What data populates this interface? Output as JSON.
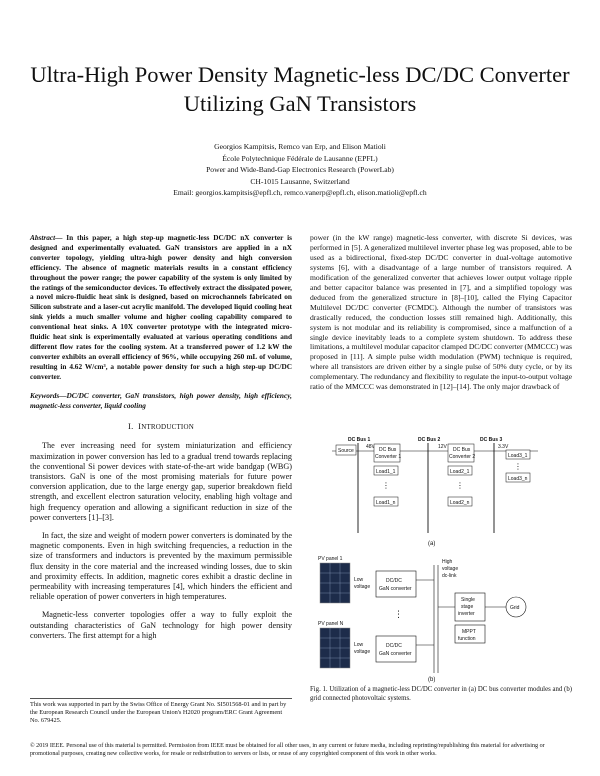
{
  "title": "Ultra-High Power Density Magnetic-less DC/DC Converter Utilizing GaN Transistors",
  "authors": {
    "names": "Georgios Kampitsis, Remco van Erp, and Elison Matioli",
    "institution": "École Polytechnique Fédérale de Lausanne (EPFL)",
    "lab": "Power and Wide-Band-Gap Electronics Research (PowerLab)",
    "city": "CH-1015 Lausanne, Switzerland",
    "email": "Email: georgios.kampitsis@epfl.ch, remco.vanerp@epfl.ch, elison.matioli@epfl.ch"
  },
  "abstract": {
    "label": "Abstract",
    "text": "— In this paper, a high step-up magnetic-less DC/DC nX converter is designed and experimentally evaluated. GaN transistors are applied in a nX converter topology, yielding ultra-high power density and high conversion efficiency. The absence of magnetic materials results in a constant efficiency throughout the power range; the power capability of the system is only limited by the ratings of the semiconductor devices. To effectively extract the dissipated power, a novel micro-fluidic heat sink is designed, based on microchannels fabricated on Silicon substrate and a laser-cut acrylic manifold. The developed liquid cooling heat sink yields a much smaller volume and higher cooling capability compared to conventional heat sinks. A 10X converter prototype with the integrated micro-fluidic heat sink is experimentally evaluated at various operating conditions and different flow rates for the cooling system. At a transferred power of 1.2 kW the converter exhibits an overall efficiency of 96%, while occupying 260 mL of volume, resulting in 4.62 W/cm³, a notable power density for such a high step-up DC/DC converter."
  },
  "keywords": {
    "label": "Keywords",
    "text": "—DC/DC converter, GaN transistors, high power density, high efficiency, magnetic-less converter, liquid cooling"
  },
  "section1": {
    "number": "I.",
    "first_letter": "I",
    "rest": "NTRODUCTION"
  },
  "paragraphs_left": [
    "The ever increasing need for system miniaturization and efficiency maximization in power conversion has led to a gradual trend towards replacing the conventional Si power devices with state-of-the-art wide bandgap (WBG) transistors. GaN is one of the most promising materials for future power conversion application, due to the large energy gap, superior breakdown field strength, and excellent electron saturation velocity, enabling high voltage and high frequency operation and allowing a significant reduction in size of the power converters [1]–[3].",
    "In fact, the size and weight of modern power converters is dominated by the magnetic components. Even in high switching frequencies, a reduction in the size of transformers and inductors is prevented by the maximum permissible flux density in the core material and the increased winding losses, due to skin and proximity effects. In addition, magnetic cores exhibit a drastic decline in permeability with increasing temperatures [4], which hinders the efficient and reliable operation of power converters in high temperatures.",
    "Magnetic-less converter topologies offer a way to fully exploit the outstanding characteristics of GaN technology for high power density converters. The first attempt for a high"
  ],
  "right_text": "power (in the kW range) magnetic-less converter, with discrete Si devices, was performed in [5]. A generalized multilevel inverter phase leg was proposed, able to be used as a bidirectional, fixed-step DC/DC converter in dual-voltage automotive systems [6], with a disadvantage of a large number of transistors required. A modification of the generalized converter that achieves lower output voltage ripple and better capacitor balance was presented in [7], and a simplified topology was deduced from the generalized structure in [8]–[10], called the Flying Capacitor Multilevel DC/DC converter (FCMDC). Although the number of transistors was drastically reduced, the conduction losses still remained high. Additionally, this system is not modular and its reliability is compromised, since a malfunction of a single device inevitably leads to a complete system shutdown. To address these limitations, a multilevel modular capacitor clamped DC/DC converter (MMCCC) was proposed in [11]. A simple pulse width modulation (PWM) technique is required, where all transistors are driven either by a single pulse of 50% duty cycle, or by its complementary. The redundancy and flexibility to regulate the input-to-output voltage ratio of the MMCCC was demonstrated in [12]–[14]. The only major drawback of",
  "figure": {
    "top": {
      "bus1": "DC Bus 1",
      "bus1_v": "48V",
      "bus2": "DC Bus 2",
      "bus2_v": "12V",
      "bus3": "DC Bus 3",
      "bus3_v": "3.3V",
      "source": "Source",
      "conv1": "DC Bus",
      "conv1b": "Converter 1",
      "conv2": "DC Bus",
      "conv2b": "Converter 2",
      "load1_1": "Load1_1",
      "load1_n": "Load1_n",
      "load2_1": "Load2_1",
      "load2_n": "Load2_n",
      "load3_1": "Load3_1",
      "load3_n": "Load3_n",
      "label": "(a)"
    },
    "bottom": {
      "pv1": "PV panel 1",
      "pvn": "PV panel N",
      "lv1": "Low",
      "lv2": "voltage",
      "conv": "DC/DC",
      "convb": "GaN converter",
      "hv1": "High",
      "hv2": "voltage",
      "hv3": "dc-link",
      "inv1": "Single",
      "inv2": "stage",
      "inv3": "inverter",
      "mppt1": "MPPT",
      "mppt2": "function",
      "grid": "Grid",
      "label": "(b)"
    }
  },
  "caption": "Fig. 1. Utilization of a magnetic-less DC/DC converter in (a) DC bus converter modules and (b) grid connected photovoltaic systems.",
  "footnote": "This work was supported in part by the Swiss Office of Energy Grant No. SI501568-01 and in part by the European Research Council under the European Union's H2020 program/ERC Grant Agreement No. 679425.",
  "copyright": "© 2019 IEEE. Personal use of this material is permitted. Permission from IEEE must be obtained for all other uses, in any current or future media, including reprinting/republishing this material for advertising or promotional purposes, creating new collective works, for resale or redistribution to servers or lists, or reuse of any copyrighted component of this work in other works."
}
